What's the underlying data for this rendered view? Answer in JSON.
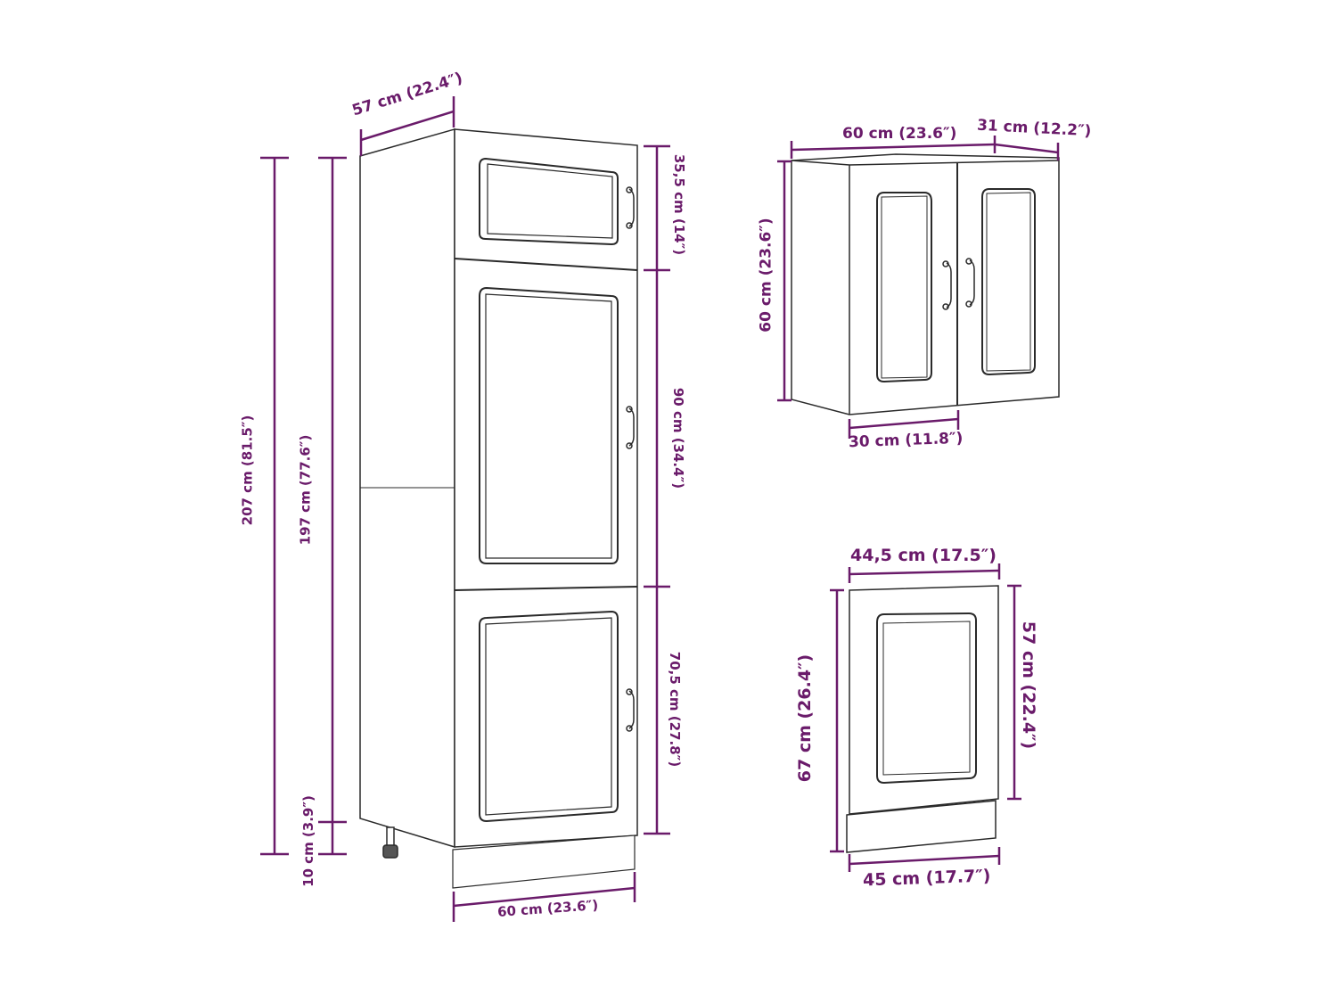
{
  "colors": {
    "dimension": "#6a1b6a",
    "outline": "#2a2a2a",
    "background": "#ffffff"
  },
  "tall_cabinet": {
    "depth_label": "57 cm (22.4″)",
    "total_height_label": "207 cm (81.5″)",
    "body_height_label": "197 cm (77.6″)",
    "plinth_height_label": "10 cm (3.9″)",
    "width_label": "60 cm (23.6″)",
    "top_door_label": "35,5 cm (14″)",
    "middle_door_label": "90 cm (34.4″)",
    "bottom_door_label": "70,5 cm (27.8″)"
  },
  "wall_cabinet": {
    "width_label": "60 cm (23.6″)",
    "depth_label": "31 cm (12.2″)",
    "height_label": "60 cm (23.6″)",
    "door_width_label": "30 cm (11.8″)"
  },
  "dishwasher_panel": {
    "top_width_label": "44,5 cm (17.5″)",
    "total_height_label": "67 cm (26.4″)",
    "door_height_label": "57 cm (22.4″)",
    "bottom_width_label": "45 cm (17.7″)"
  }
}
